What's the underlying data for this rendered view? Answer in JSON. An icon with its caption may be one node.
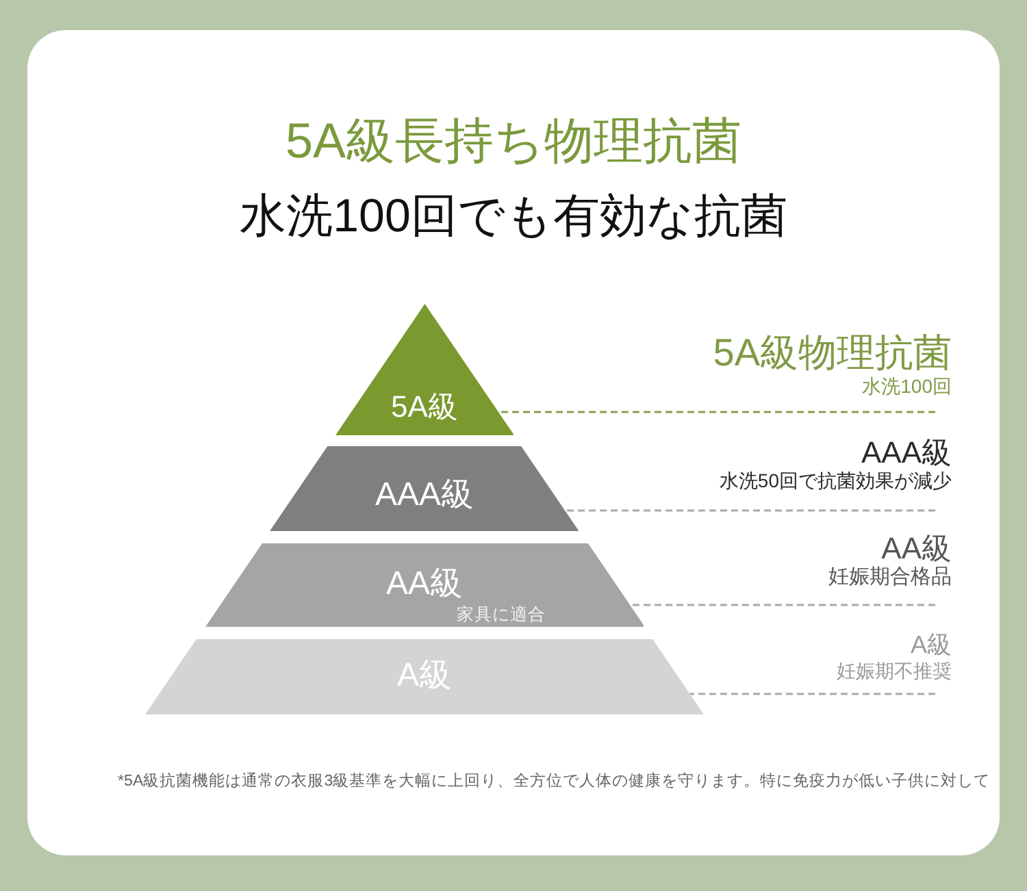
{
  "diagram": {
    "title": "5A級長持ち物理抗菌",
    "nodes": [
      {
        "text": [
          "5A級"
        ]
      },
      {
        "text": [
          "AAA級"
        ]
      },
      {
        "text": [
          "AA級",
          "家具に適合"
        ]
      },
      {
        "text": [
          "A級"
        ]
      },
      {
        "text": [
          "5A級物理抗菌",
          "水洗100回"
        ]
      },
      {
        "text": [
          "AAA級",
          "水洗50回で抗菌効果が減少"
        ]
      },
      {
        "text": [
          "AA級",
          "妊娠期合格品"
        ]
      },
      {
        "text": [
          "A級",
          "妊娠期不推奨"
        ]
      }
    ],
    "edges": [
      {
        "from": 4,
        "to": 0,
        "arrow": "none",
        "style": "dashed",
        "color": "#8a9f4e"
      },
      {
        "from": 5,
        "to": 1,
        "arrow": "none",
        "style": "dashed"
      },
      {
        "from": 6,
        "to": 2,
        "arrow": "none",
        "style": "dashed"
      },
      {
        "from": 7,
        "to": 3,
        "arrow": "none",
        "style": "dashed"
      }
    ],
    "labels": [
      "水洗100回でも有効な抗菌"
    ],
    "caption": "*5A級抗菌機能は通常の衣服3級基準を大幅に上回り、全方位で人体の健康を守ります。特に免疫力が低い子供に対して"
  }
}
